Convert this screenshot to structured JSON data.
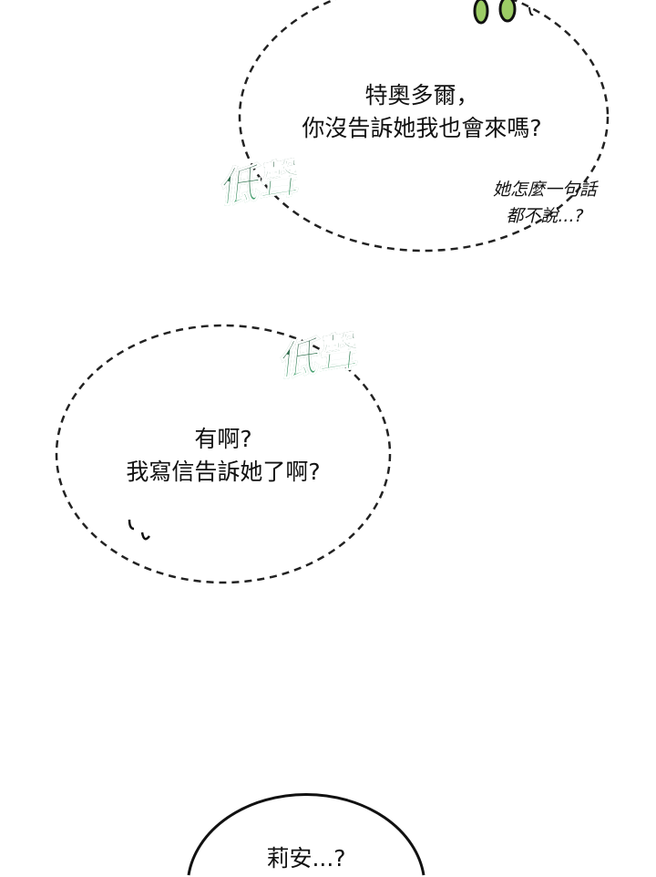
{
  "bubbles": [
    {
      "lines": [
        "特奧多爾，",
        "你沒告訴她我也會來嗎?"
      ],
      "aside": [
        "她怎麼一句話",
        "都不說...?"
      ],
      "sfx": "低聲"
    },
    {
      "lines": [
        "有啊?",
        "我寫信告訴她了啊?"
      ],
      "sfx": "低聲"
    },
    {
      "lines": [
        "莉安...?"
      ]
    }
  ],
  "colors": {
    "sfx_green": "#2f7a52",
    "blob_green": "#9ccc65",
    "ink": "#111111"
  }
}
